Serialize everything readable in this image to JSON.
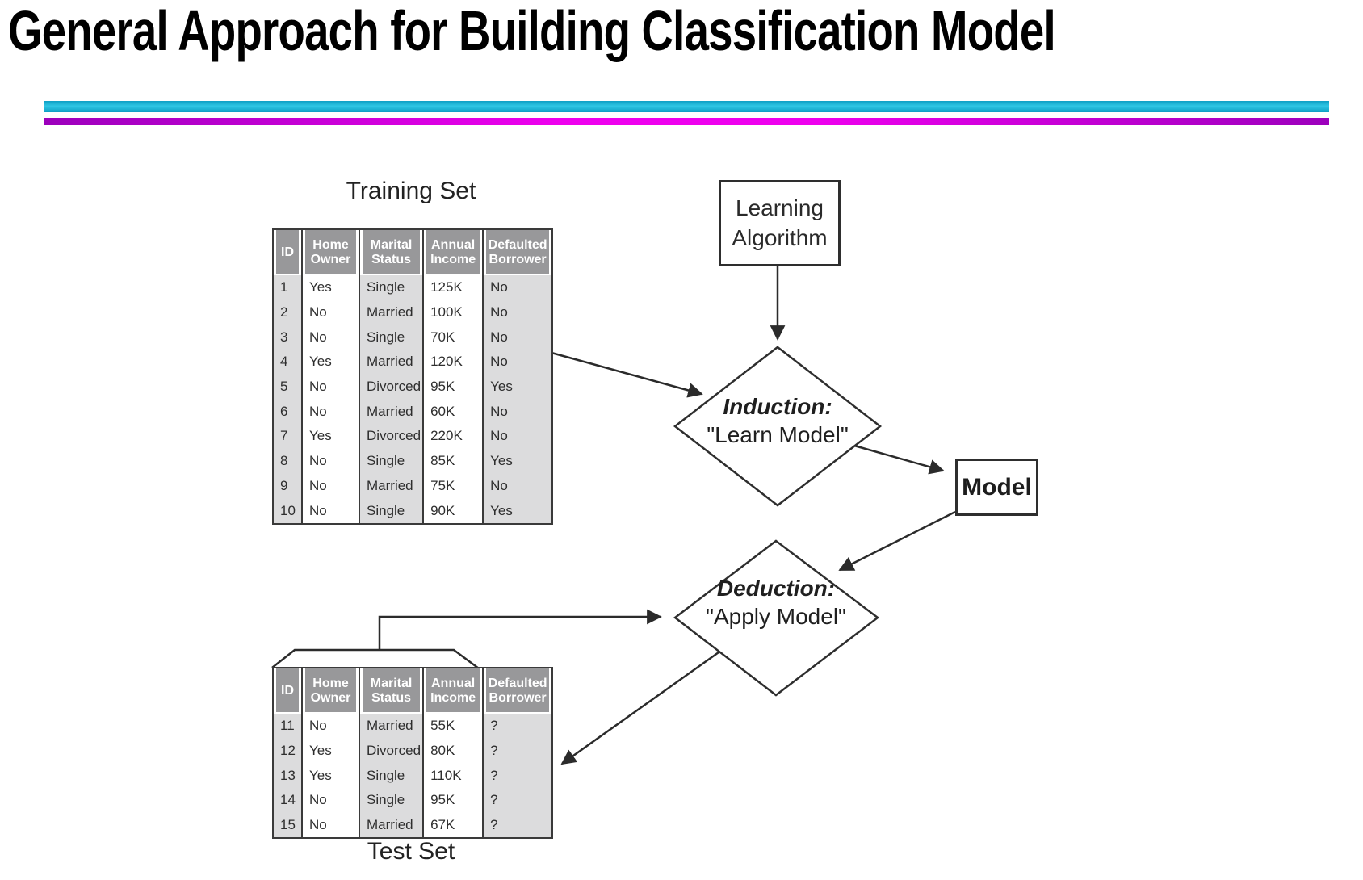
{
  "title": "General Approach for Building Classification Model",
  "colors": {
    "cyan_light": "#2fc6e4",
    "cyan_dark": "#0e9fc4",
    "magenta_bright": "#ee00ee",
    "magenta_dark": "#9c00bc",
    "line": "#2b2b2b",
    "header_bg": "#98989a",
    "stripe_bg": "#dcdcdd"
  },
  "nodes": {
    "learning_algorithm": "Learning Algorithm",
    "induction_title": "Induction:",
    "induction_sub": "\"Learn Model\"",
    "model": "Model",
    "deduction_title": "Deduction:",
    "deduction_sub": "\"Apply Model\""
  },
  "training": {
    "caption": "Training Set",
    "columns": [
      "ID",
      "Home Owner",
      "Marital Status",
      "Annual Income",
      "Defaulted Borrower"
    ],
    "rows": [
      [
        "1",
        "Yes",
        "Single",
        "125K",
        "No"
      ],
      [
        "2",
        "No",
        "Married",
        "100K",
        "No"
      ],
      [
        "3",
        "No",
        "Single",
        "70K",
        "No"
      ],
      [
        "4",
        "Yes",
        "Married",
        "120K",
        "No"
      ],
      [
        "5",
        "No",
        "Divorced",
        "95K",
        "Yes"
      ],
      [
        "6",
        "No",
        "Married",
        "60K",
        "No"
      ],
      [
        "7",
        "Yes",
        "Divorced",
        "220K",
        "No"
      ],
      [
        "8",
        "No",
        "Single",
        "85K",
        "Yes"
      ],
      [
        "9",
        "No",
        "Married",
        "75K",
        "No"
      ],
      [
        "10",
        "No",
        "Single",
        "90K",
        "Yes"
      ]
    ]
  },
  "test": {
    "caption": "Test Set",
    "columns": [
      "ID",
      "Home Owner",
      "Marital Status",
      "Annual Income",
      "Defaulted Borrower"
    ],
    "rows": [
      [
        "11",
        "No",
        "Married",
        "55K",
        "?"
      ],
      [
        "12",
        "Yes",
        "Divorced",
        "80K",
        "?"
      ],
      [
        "13",
        "Yes",
        "Single",
        "110K",
        "?"
      ],
      [
        "14",
        "No",
        "Single",
        "95K",
        "?"
      ],
      [
        "15",
        "No",
        "Married",
        "67K",
        "?"
      ]
    ]
  }
}
